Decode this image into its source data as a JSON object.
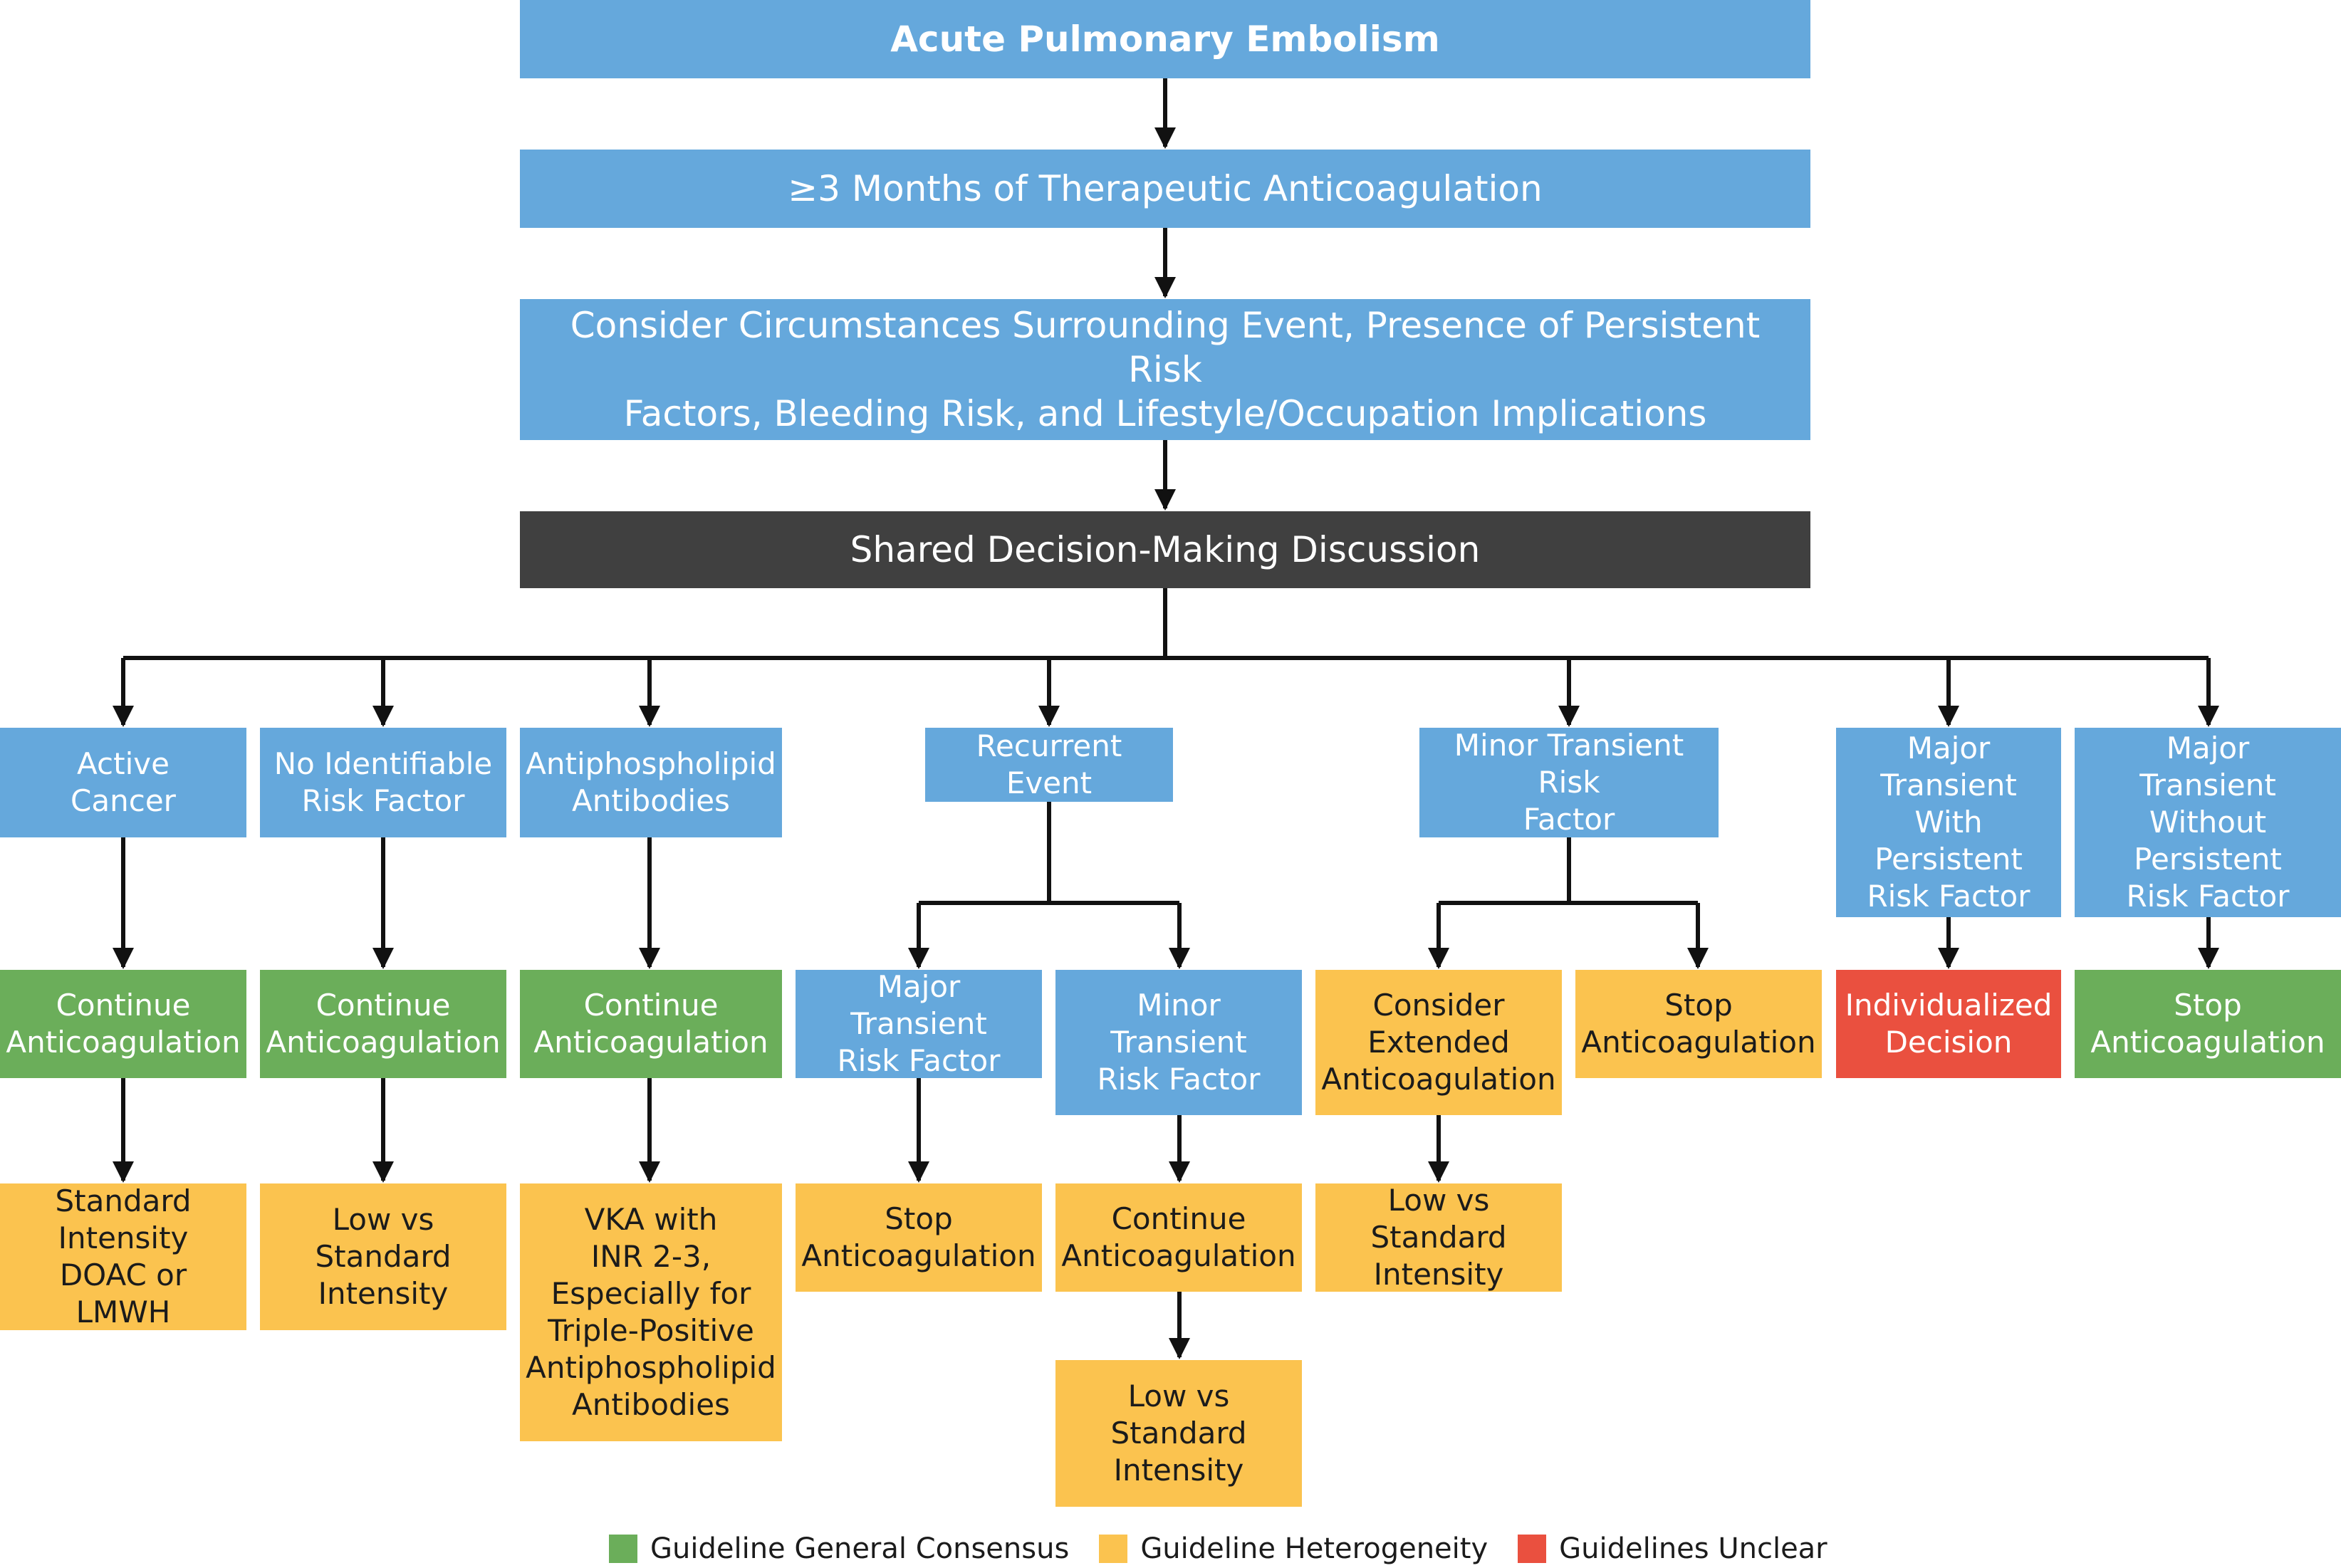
{
  "flowchart": {
    "top": {
      "pe": "Acute Pulmonary Embolism",
      "anticoag": "≥3 Months of Therapeutic Anticoagulation",
      "consider": "Consider Circumstances Surrounding Event, Presence of Persistent Risk\nFactors, Bleeding Risk, and Lifestyle/Occupation Implications",
      "sdm": "Shared Decision-Making Discussion"
    },
    "categories": {
      "cancer": "Active\nCancer",
      "no_risk": "No Identifiable\nRisk Factor",
      "apla": "Antiphospholipid\nAntibodies",
      "recurrent": "Recurrent Event",
      "minor": "Minor Transient Risk\nFactor",
      "major_with": "Major\nTransient\nWith Persistent\nRisk Factor",
      "major_without": "Major\nTransient\nWithout Persistent\nRisk Factor"
    },
    "level2": {
      "cancer": "Continue\nAnticoagulation",
      "no_risk": "Continue\nAnticoagulation",
      "apla": "Continue\nAnticoagulation",
      "rec_major": "Major Transient\nRisk Factor",
      "rec_minor": "Minor\nTransient\nRisk Factor",
      "minor_extended": "Consider\nExtended\nAnticoagulation",
      "minor_stop": "Stop\nAnticoagulation",
      "major_with": "Individualized\nDecision",
      "major_without": "Stop\nAnticoagulation"
    },
    "level3": {
      "cancer": "Standard\nIntensity\nDOAC or LMWH",
      "no_risk": "Low vs\nStandard\nIntensity",
      "apla": "VKA with\nINR 2-3,\nEspecially for\nTriple-Positive\nAntiphospholipid\nAntibodies",
      "rec_major": "Stop\nAnticoagulation",
      "rec_minor": "Continue\nAnticoagulation",
      "minor_extended": "Low vs Standard\nIntensity"
    },
    "level4": {
      "rec_minor": "Low vs\nStandard\nIntensity"
    }
  },
  "legend": [
    {
      "label": "Guideline General Consensus",
      "color": "#6bae5a"
    },
    {
      "label": "Guideline Heterogeneity",
      "color": "#fbc34f"
    },
    {
      "label": "Guidelines Unclear",
      "color": "#ea503f"
    }
  ],
  "colors": {
    "step": "#65a8dc",
    "discussion": "#404040",
    "consensus": "#6bae5a",
    "heterogeneity": "#fbc34f",
    "unclear": "#ea503f",
    "line": "#111111"
  }
}
